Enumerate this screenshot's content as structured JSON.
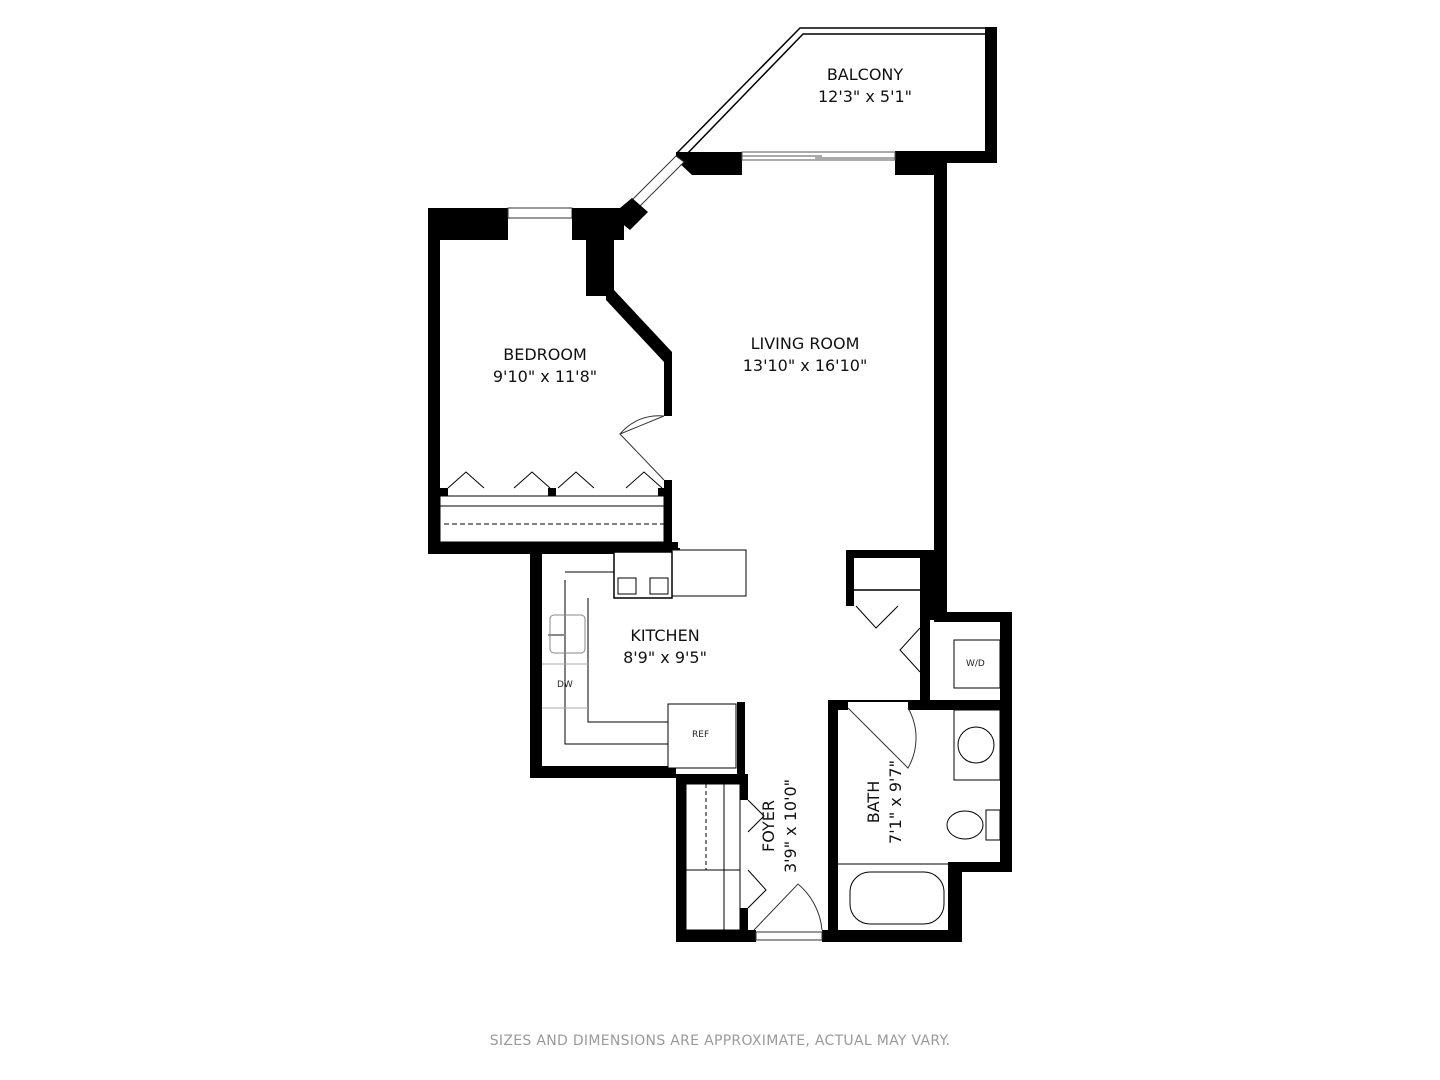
{
  "rooms": [
    {
      "id": "balcony",
      "name": "BALCONY",
      "dims": "12'3\" x 5'1\""
    },
    {
      "id": "bedroom",
      "name": "BEDROOM",
      "dims": "9'10\" x 11'8\""
    },
    {
      "id": "living",
      "name": "LIVING ROOM",
      "dims": "13'10\" x 16'10\""
    },
    {
      "id": "kitchen",
      "name": "KITCHEN",
      "dims": "8'9\" x 9'5\""
    },
    {
      "id": "bath",
      "name": "BATH",
      "dims": "7'1\" x 9'7\""
    },
    {
      "id": "foyer",
      "name": "FOYER",
      "dims": "3'9\" x 10'0\""
    }
  ],
  "fixtures": {
    "dishwasher": "DW",
    "refrigerator": "REF",
    "washer_dryer": "W/D"
  },
  "disclaimer": "SIZES AND DIMENSIONS ARE APPROXIMATE, ACTUAL MAY VARY."
}
